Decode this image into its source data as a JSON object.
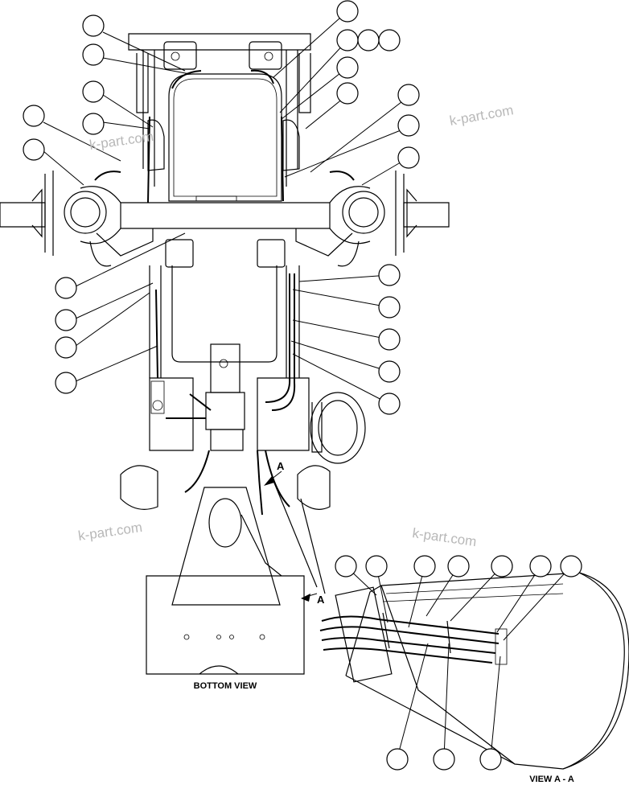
{
  "watermark": "k-part.com",
  "captions": {
    "bottom_view": "BOTTOM VIEW",
    "view_aa": "VIEW A - A",
    "section_marker": "A"
  }
}
